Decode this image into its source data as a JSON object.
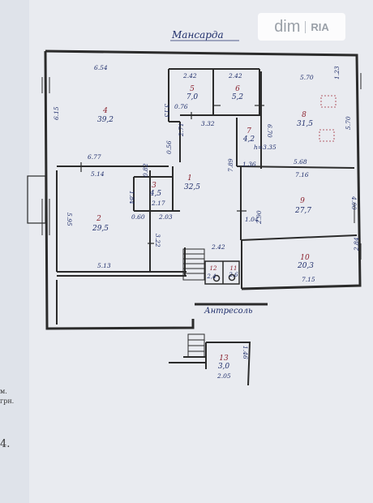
{
  "watermark": {
    "brand_dim": "dim",
    "brand_ria": "RIA"
  },
  "titles": {
    "attic": "Мансарда",
    "mezzanine": "Антресоль"
  },
  "side_text": [
    "м.",
    "грн.",
    "4."
  ],
  "rooms": [
    {
      "number": "1",
      "area": "32,5"
    },
    {
      "number": "2",
      "area": "29,5"
    },
    {
      "number": "3",
      "area": "4,5"
    },
    {
      "number": "4",
      "area": "39,2"
    },
    {
      "number": "5",
      "area": "7,0"
    },
    {
      "number": "6",
      "area": "5,2"
    },
    {
      "number": "7",
      "area": "4,2"
    },
    {
      "number": "8",
      "area": "31,5"
    },
    {
      "number": "9",
      "area": "27,7"
    },
    {
      "number": "10",
      "area": "20,3"
    },
    {
      "number": "11",
      "area": "2,6"
    },
    {
      "number": "12",
      "area": "2,4"
    },
    {
      "number": "13",
      "area": "3,0"
    }
  ],
  "dimensions": {
    "d_654": "6.54",
    "d_615": "6.15",
    "d_677": "6.77",
    "d_313": "3.13",
    "d_076": "0.76",
    "d_242a": "2.42",
    "d_242b": "2.42",
    "d_332": "3.32",
    "d_570": "5.70",
    "d_670": "6.70",
    "d_123": "1.23",
    "d_570x": "5.70",
    "d_h335": "h=3.35",
    "d_568": "5.68",
    "d_716": "7.16",
    "d_400": "4.00",
    "d_136": "1.36",
    "d_789": "7.89",
    "d_271": "2.71",
    "d_056": "0.56",
    "d_514": "5.14",
    "d_082": "0.82",
    "d_184": "1.84",
    "d_217": "2.17",
    "d_060": "0.60",
    "d_203": "2.03",
    "d_595": "5.95",
    "d_322": "3.22",
    "d_513": "5.13",
    "d_104": "1.04",
    "d_290": "2.90",
    "d_242c": "2.42",
    "d_715": "7.15",
    "d_284": "2.84",
    "d_205": "2.05",
    "d_146": "1.46"
  }
}
